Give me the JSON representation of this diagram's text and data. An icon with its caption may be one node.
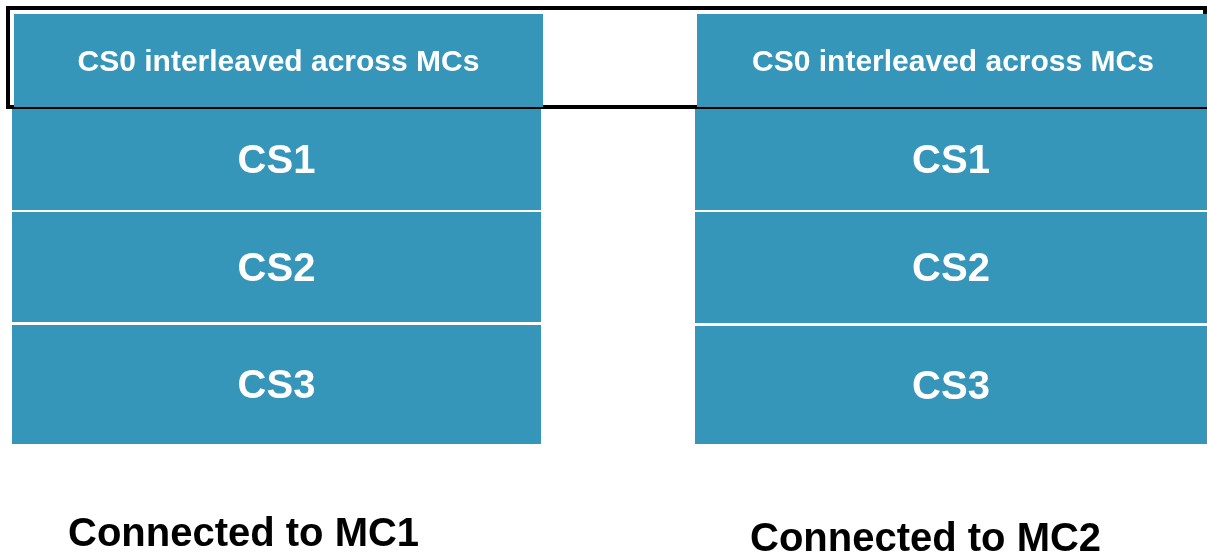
{
  "diagram": {
    "nodes": [
      {
        "text": [],
        "shape": "box"
      },
      {
        "text": [
          "CS0 interleaved across MCs"
        ],
        "in": 0
      },
      {
        "text": [
          "CS1"
        ]
      },
      {
        "text": [
          "CS2"
        ]
      },
      {
        "text": [
          "CS3"
        ]
      },
      {
        "text": [
          "CS0 interleaved across MCs"
        ],
        "in": 0
      },
      {
        "text": [
          "CS1"
        ]
      },
      {
        "text": [
          "CS2"
        ]
      },
      {
        "text": [
          "CS3"
        ]
      }
    ],
    "labels": [
      "Connected to MC1",
      "Connected to MC2"
    ]
  }
}
